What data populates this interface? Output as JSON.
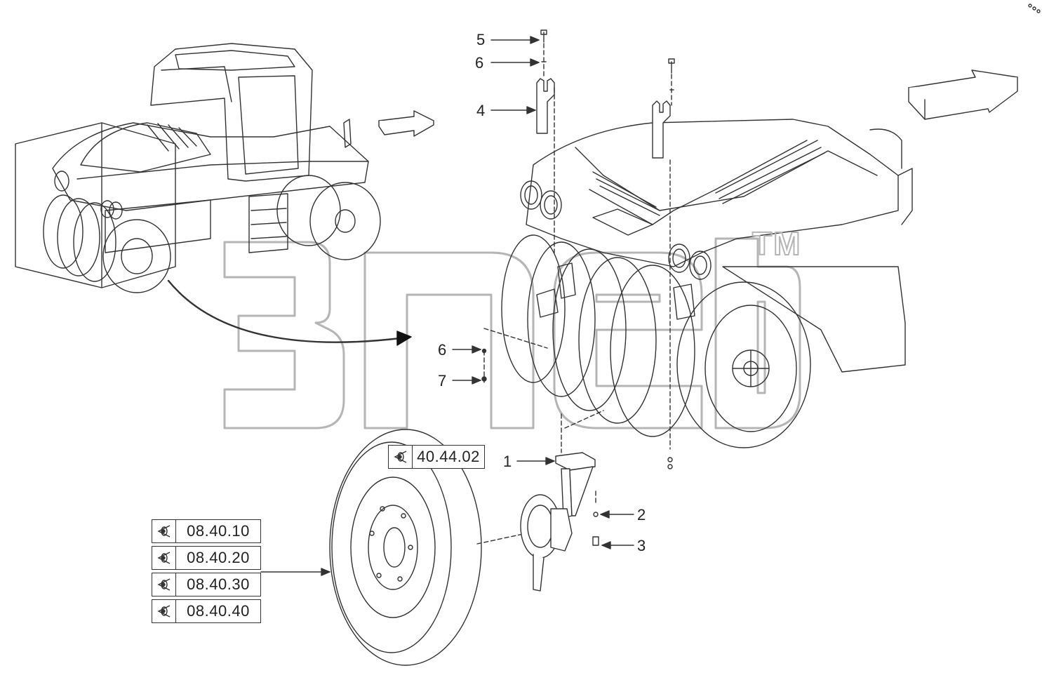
{
  "callouts": {
    "c5": "5",
    "c6_top": "6",
    "c4": "4",
    "c6_mid": "6",
    "c7": "7",
    "c1": "1",
    "c2": "2",
    "c3": "3"
  },
  "references": {
    "axle": "40.44.02",
    "tires": [
      "08.40.10",
      "08.40.20",
      "08.40.30",
      "08.40.40"
    ]
  },
  "watermark": {
    "tm": "TM"
  },
  "icons": [
    "eye-reference-icon",
    "direction-arrow-icon"
  ],
  "colors": {
    "line": "#333333",
    "watermark": "#b5b5b5",
    "background": "#ffffff"
  }
}
